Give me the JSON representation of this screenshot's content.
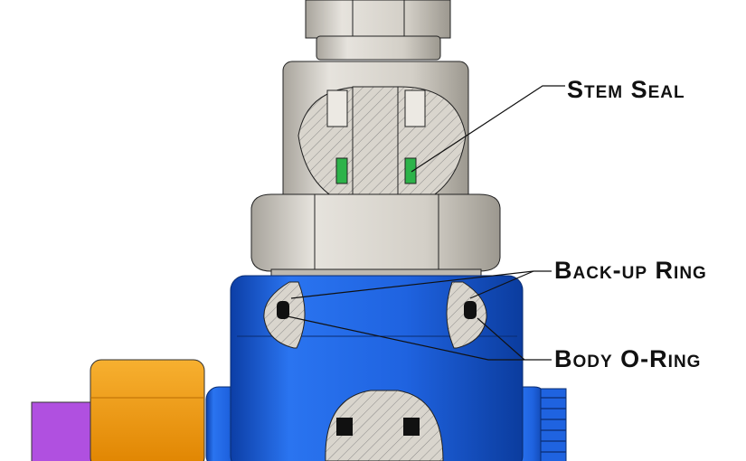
{
  "labels": {
    "stem_seal": "Stem Seal",
    "backup_ring": "Back-up Ring",
    "body_oring": "Body O-Ring"
  },
  "colors": {
    "steel": "#d6d2ca",
    "steel_dark": "#a9a59d",
    "body_blue": "#1f63e0",
    "body_blue_dark": "#0b3fa8",
    "seal_green": "#2db34a",
    "orange": "#f39a10",
    "purple": "#b050e0"
  }
}
